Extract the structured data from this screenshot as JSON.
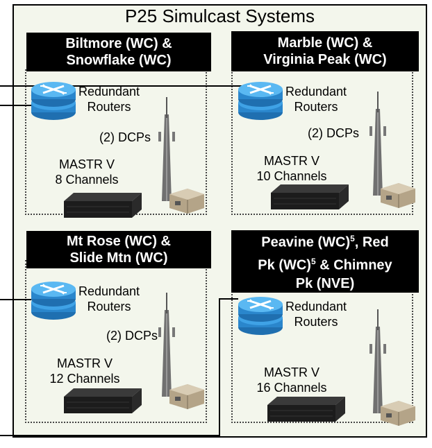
{
  "title": "P25 Simulcast Systems",
  "sites": [
    {
      "header_line1": "Biltmore (WC) &",
      "header_line2": "Snowflake (WC)",
      "routers_line1": "Redundant",
      "routers_line2": "Routers",
      "dcps": "(2) DCPs",
      "mastr_line1": "MASTR V",
      "mastr_line2": "8 Channels"
    },
    {
      "header_line1": "Marble (WC) &",
      "header_line2": "Virginia Peak (WC)",
      "routers_line1": "Redundant",
      "routers_line2": "Routers",
      "dcps": "(2) DCPs",
      "mastr_line1": "MASTR V",
      "mastr_line2": "10 Channels"
    },
    {
      "header_line1": "Mt Rose (WC) &",
      "header_line2": "Slide Mtn (WC)",
      "routers_line1": "Redundant",
      "routers_line2": "Routers",
      "dcps": "(2) DCPs",
      "mastr_line1": "MASTR V",
      "mastr_line2": "12 Channels"
    },
    {
      "header_a": "Peavine (WC)",
      "header_sup1": "5",
      "header_b": ", Red",
      "header_c": "Pk (WC)",
      "header_sup2": "5",
      "header_d": " & Chimney",
      "header_e": "Pk (NVE)",
      "routers_line1": "Redundant",
      "routers_line2": "Routers",
      "mastr_line1": "MASTR V",
      "mastr_line2": "16 Channels"
    }
  ],
  "colors": {
    "background": "#f3f6ec",
    "header_bg": "#000000",
    "router_blue": "#2f8fd8",
    "radio_dark": "#1c1c1c"
  },
  "icons": [
    "router-icon",
    "tower-icon",
    "radio-unit-icon"
  ]
}
